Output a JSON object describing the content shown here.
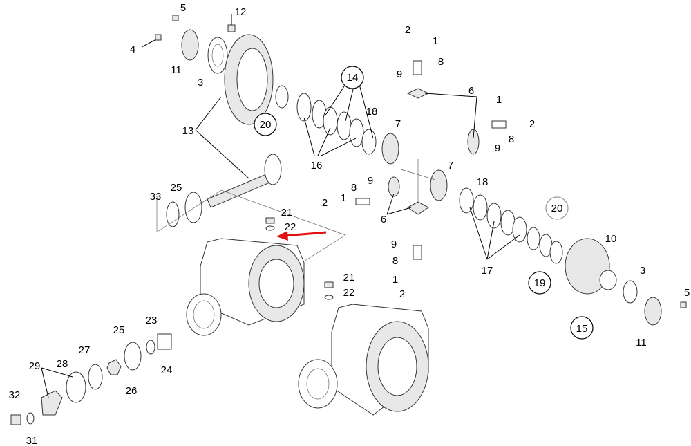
{
  "diagram": {
    "title": "Differential / bevel gear housing exploded parts view",
    "labels": {
      "l5a": "5",
      "l12": "12",
      "l4": "4",
      "l11a": "11",
      "l3a": "3",
      "l20a": "20",
      "l13": "13",
      "l14": "14",
      "l18a": "18",
      "l16": "16",
      "l2a": "2",
      "l1a": "1",
      "l8a": "8",
      "l9a": "9",
      "l6a": "6",
      "l1b": "1",
      "l2b": "2",
      "l8b": "8",
      "l9b": "9",
      "l7a": "7",
      "l7b": "7",
      "l33": "33",
      "l25a": "25",
      "l21a": "21",
      "l22a": "22",
      "l2c": "2",
      "l1c": "1",
      "l8c": "8",
      "l9c": "9",
      "l6b": "6",
      "l18b": "18",
      "l20b": "20",
      "l10": "10",
      "l9d": "9",
      "l8d": "8",
      "l1d": "1",
      "l2d": "2",
      "l17": "17",
      "l19": "19",
      "l3b": "3",
      "l5b": "5",
      "l15": "15",
      "l11b": "11",
      "l21b": "21",
      "l22b": "22",
      "l23": "23",
      "l25b": "25",
      "l27": "27",
      "l24": "24",
      "l29": "29",
      "l28": "28",
      "l26": "26",
      "l32": "32",
      "l31": "31"
    },
    "highlight_color": "#e01010"
  }
}
